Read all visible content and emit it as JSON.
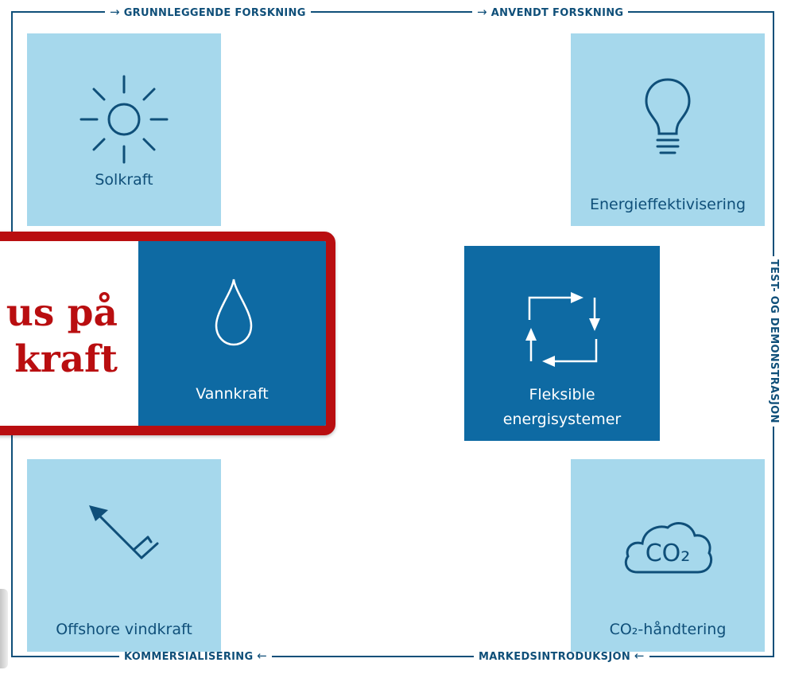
{
  "flow": {
    "top_left": "GRUNNLEGGENDE FORSKNING",
    "top_right": "ANVENDT FORSKNING",
    "right": "TEST- OG DEMONSTRASJON",
    "bottom_right": "MARKEDSINTRODUKSJON",
    "bottom_left": "KOMMERSIALISERING",
    "arrow_right": "→",
    "arrow_left": "←"
  },
  "tiles": {
    "solkraft": "Solkraft",
    "energieffektivisering": "Energieffektivisering",
    "vannkraft": "Vannkraft",
    "fleksible_line1": "Fleksible",
    "fleksible_line2": "energisystemer",
    "offshore": "Offshore vindkraft",
    "co2": "CO₂-håndtering",
    "co2_icon_text": "CO₂"
  },
  "callout": {
    "line1": "us på",
    "line2": "kraft"
  },
  "colors": {
    "light_tile": "#a6d8ec",
    "dark_tile": "#0e6aa3",
    "text_blue": "#0f4f79",
    "callout_red": "#b90e10"
  }
}
